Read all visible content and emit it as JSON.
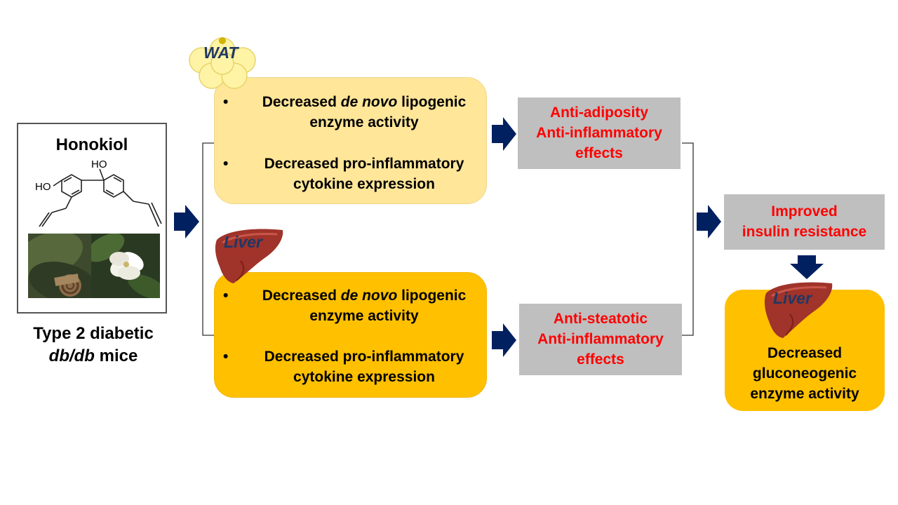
{
  "compound": {
    "name": "Honokiol",
    "structure_labels": {
      "hydroxyl_top": "HO",
      "hydroxyl_left": "HO"
    },
    "model_line1": "Type 2 diabetic",
    "model_line2_italic": "db/db",
    "model_line2_rest": " mice"
  },
  "wat": {
    "icon_label": "WAT",
    "items": [
      {
        "bullet": "•",
        "pre": "Decreased ",
        "italic": "de novo",
        "post": " lipogenic enzyme activity"
      },
      {
        "bullet": "•",
        "pre": "Decreased pro-inflammatory cytokine expression",
        "italic": "",
        "post": ""
      }
    ]
  },
  "liver": {
    "icon_label": "Liver",
    "items": [
      {
        "bullet": "•",
        "pre": "Decreased ",
        "italic": "de novo",
        "post": " lipogenic enzyme activity"
      },
      {
        "bullet": "•",
        "pre": "Decreased pro-inflammatory cytokine expression",
        "italic": "",
        "post": ""
      }
    ]
  },
  "outcomes": {
    "wat": [
      "Anti-adiposity",
      "Anti-inflammatory",
      "effects"
    ],
    "liver": [
      "Anti-steatotic",
      "Anti-inflammatory",
      "effects"
    ],
    "insulin": [
      "Improved",
      "insulin resistance"
    ]
  },
  "final": {
    "icon_label": "Liver",
    "lines": [
      "Decreased",
      "gluconeogenic",
      "enzyme activity"
    ]
  },
  "colors": {
    "wat_box": "#ffe699",
    "liver_box": "#ffc000",
    "outcome_box": "#bfbfbf",
    "outcome_text": "#ff0000",
    "arrow": "#002060",
    "liver_organ": "#a0332a"
  }
}
